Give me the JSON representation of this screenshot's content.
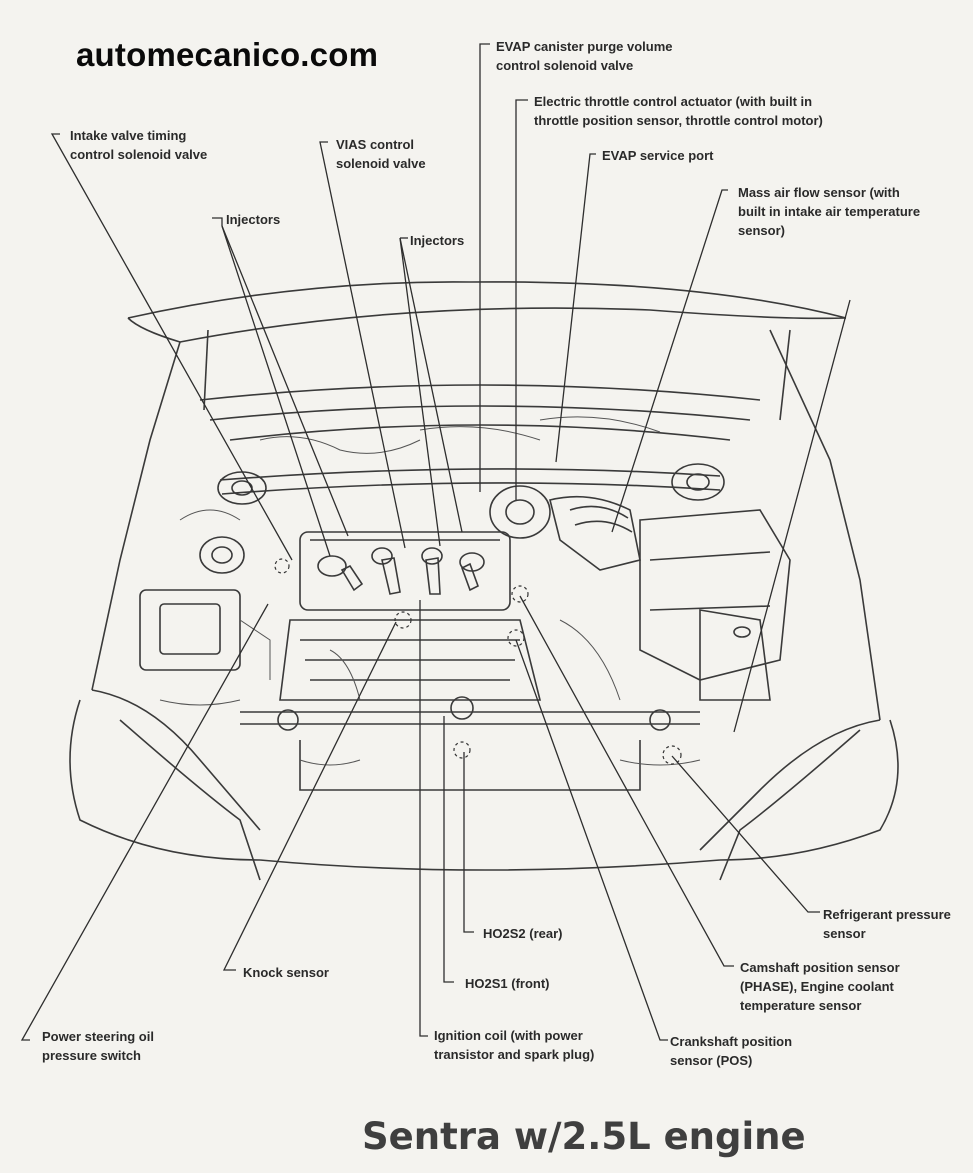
{
  "site_title": "automecanico.com",
  "caption": "Sentra w/2.5L engine",
  "labels": {
    "evap_purge": [
      "EVAP canister purge volume",
      "control solenoid valve"
    ],
    "throttle": [
      "Electric throttle control actuator (with built in",
      "throttle position sensor, throttle control motor)"
    ],
    "evap_port": [
      "EVAP service port"
    ],
    "maf": [
      "Mass air flow sensor (with",
      "built in intake air temperature",
      "sensor)"
    ],
    "intake_valve": [
      "Intake valve timing",
      "control solenoid valve"
    ],
    "vias": [
      "VIAS control",
      "solenoid valve"
    ],
    "injectors_left": [
      "Injectors"
    ],
    "injectors_right": [
      "Injectors"
    ],
    "refrigerant": [
      "Refrigerant pressure",
      "sensor"
    ],
    "ho2s2": [
      "HO2S2 (rear)"
    ],
    "camshaft": [
      "Camshaft position sensor",
      "(PHASE), Engine coolant",
      "temperature sensor"
    ],
    "knock": [
      "Knock sensor"
    ],
    "ho2s1": [
      "HO2S1 (front)"
    ],
    "power_steering": [
      "Power steering oil",
      "pressure switch"
    ],
    "ignition": [
      "Ignition coil (with power",
      "transistor and spark plug)"
    ],
    "crankshaft": [
      "Crankshaft position",
      "sensor (POS)"
    ]
  }
}
